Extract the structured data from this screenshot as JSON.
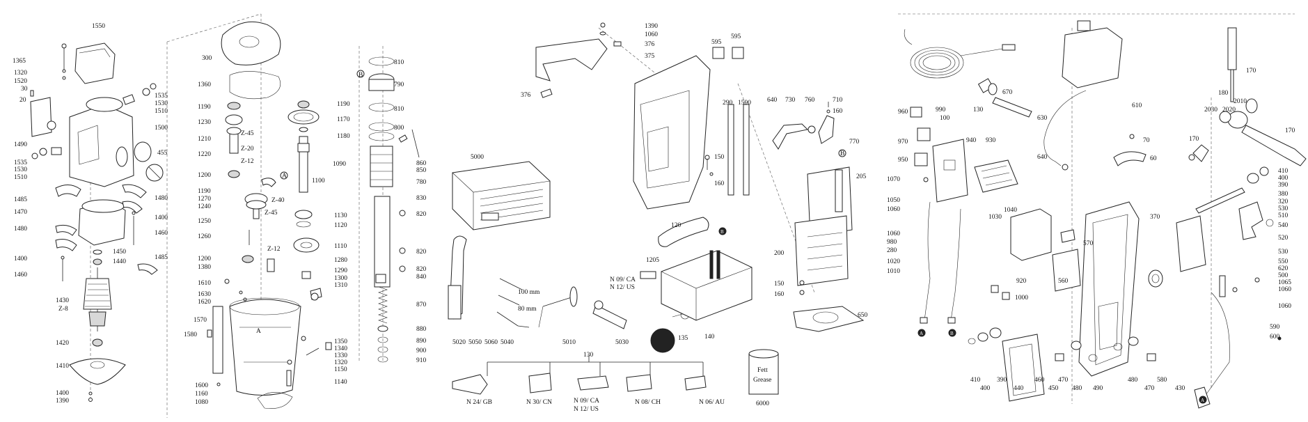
{
  "groups": {
    "motor": {
      "labels": [
        "1550",
        "1365",
        "1320",
        "1520",
        "30",
        "20",
        "1535",
        "1530",
        "1510",
        "1500",
        "455",
        "1490",
        "1535",
        "1530",
        "1510",
        "1485",
        "1480",
        "1470",
        "1480",
        "1400",
        "1460",
        "1450",
        "1440",
        "1485",
        "1400",
        "1460",
        "1430",
        "Z-8",
        "1420",
        "1410",
        "1400",
        "1390"
      ]
    },
    "gearbox": {
      "labels": [
        "300",
        "1360",
        "1190",
        "1190",
        "1230",
        "1170",
        "Z-45",
        "1180",
        "1210",
        "Z-20",
        "1220",
        "Z-12",
        "1090",
        "1200",
        "1100",
        "1190",
        "1270",
        "Z-40",
        "1240",
        "Z-45",
        "1250",
        "1130",
        "1260",
        "1120",
        "Z-12",
        "1110",
        "1200",
        "1280",
        "1380",
        "1290",
        "1610",
        "1300",
        "1310",
        "1630",
        "1620",
        "1570",
        "1580",
        "1350",
        "1340",
        "1330",
        "1320",
        "1150",
        "1600",
        "1140",
        "1160",
        "1080"
      ]
    },
    "spindle": {
      "labels": [
        "810",
        "790",
        "810",
        "800",
        "860",
        "850",
        "780",
        "830",
        "820",
        "820",
        "820",
        "840",
        "870",
        "880",
        "890",
        "900",
        "910"
      ]
    },
    "accessories": {
      "labels": [
        "5000",
        "100 mm",
        "80 mm",
        "5020",
        "5050",
        "5060",
        "5040",
        "5010",
        "5030",
        "135",
        "N 24/ GB",
        "N 30/ CN",
        "N 09/ CA",
        "N 12/ US",
        "N 08/ CH",
        "N 06/ AU",
        "6000"
      ],
      "grease_can": [
        "Fett",
        "Grease"
      ]
    },
    "frame": {
      "labels": [
        "1390",
        "1060",
        "376",
        "375",
        "376",
        "595",
        "595",
        "290",
        "1590",
        "640",
        "730",
        "760",
        "710",
        "160",
        "770",
        "150",
        "160",
        "205",
        "120",
        "1205",
        "N 09/ CA",
        "N 12/ US",
        "140",
        "200",
        "150",
        "160",
        "650"
      ]
    },
    "electrical": {
      "labels": [
        "130",
        "670",
        "960",
        "990",
        "100",
        "970",
        "940",
        "930",
        "950",
        "1070",
        "1050",
        "1060",
        "1040",
        "1030",
        "1060",
        "980",
        "280",
        "1020",
        "1010",
        "920",
        "560",
        "570",
        "1000",
        "610",
        "630",
        "640",
        "70",
        "60",
        "370",
        "410",
        "400",
        "390",
        "440",
        "460",
        "450",
        "470",
        "480",
        "490",
        "480",
        "470",
        "580",
        "430",
        "590",
        "600",
        "170",
        "180",
        "2010",
        "2030",
        "2020",
        "170",
        "170",
        "410",
        "400",
        "390",
        "380",
        "320",
        "530",
        "510",
        "540",
        "520",
        "530",
        "550",
        "620",
        "500",
        "1065",
        "1060",
        "1060"
      ]
    }
  },
  "marker_letters": [
    "A",
    "B"
  ],
  "voltage_label": "130"
}
